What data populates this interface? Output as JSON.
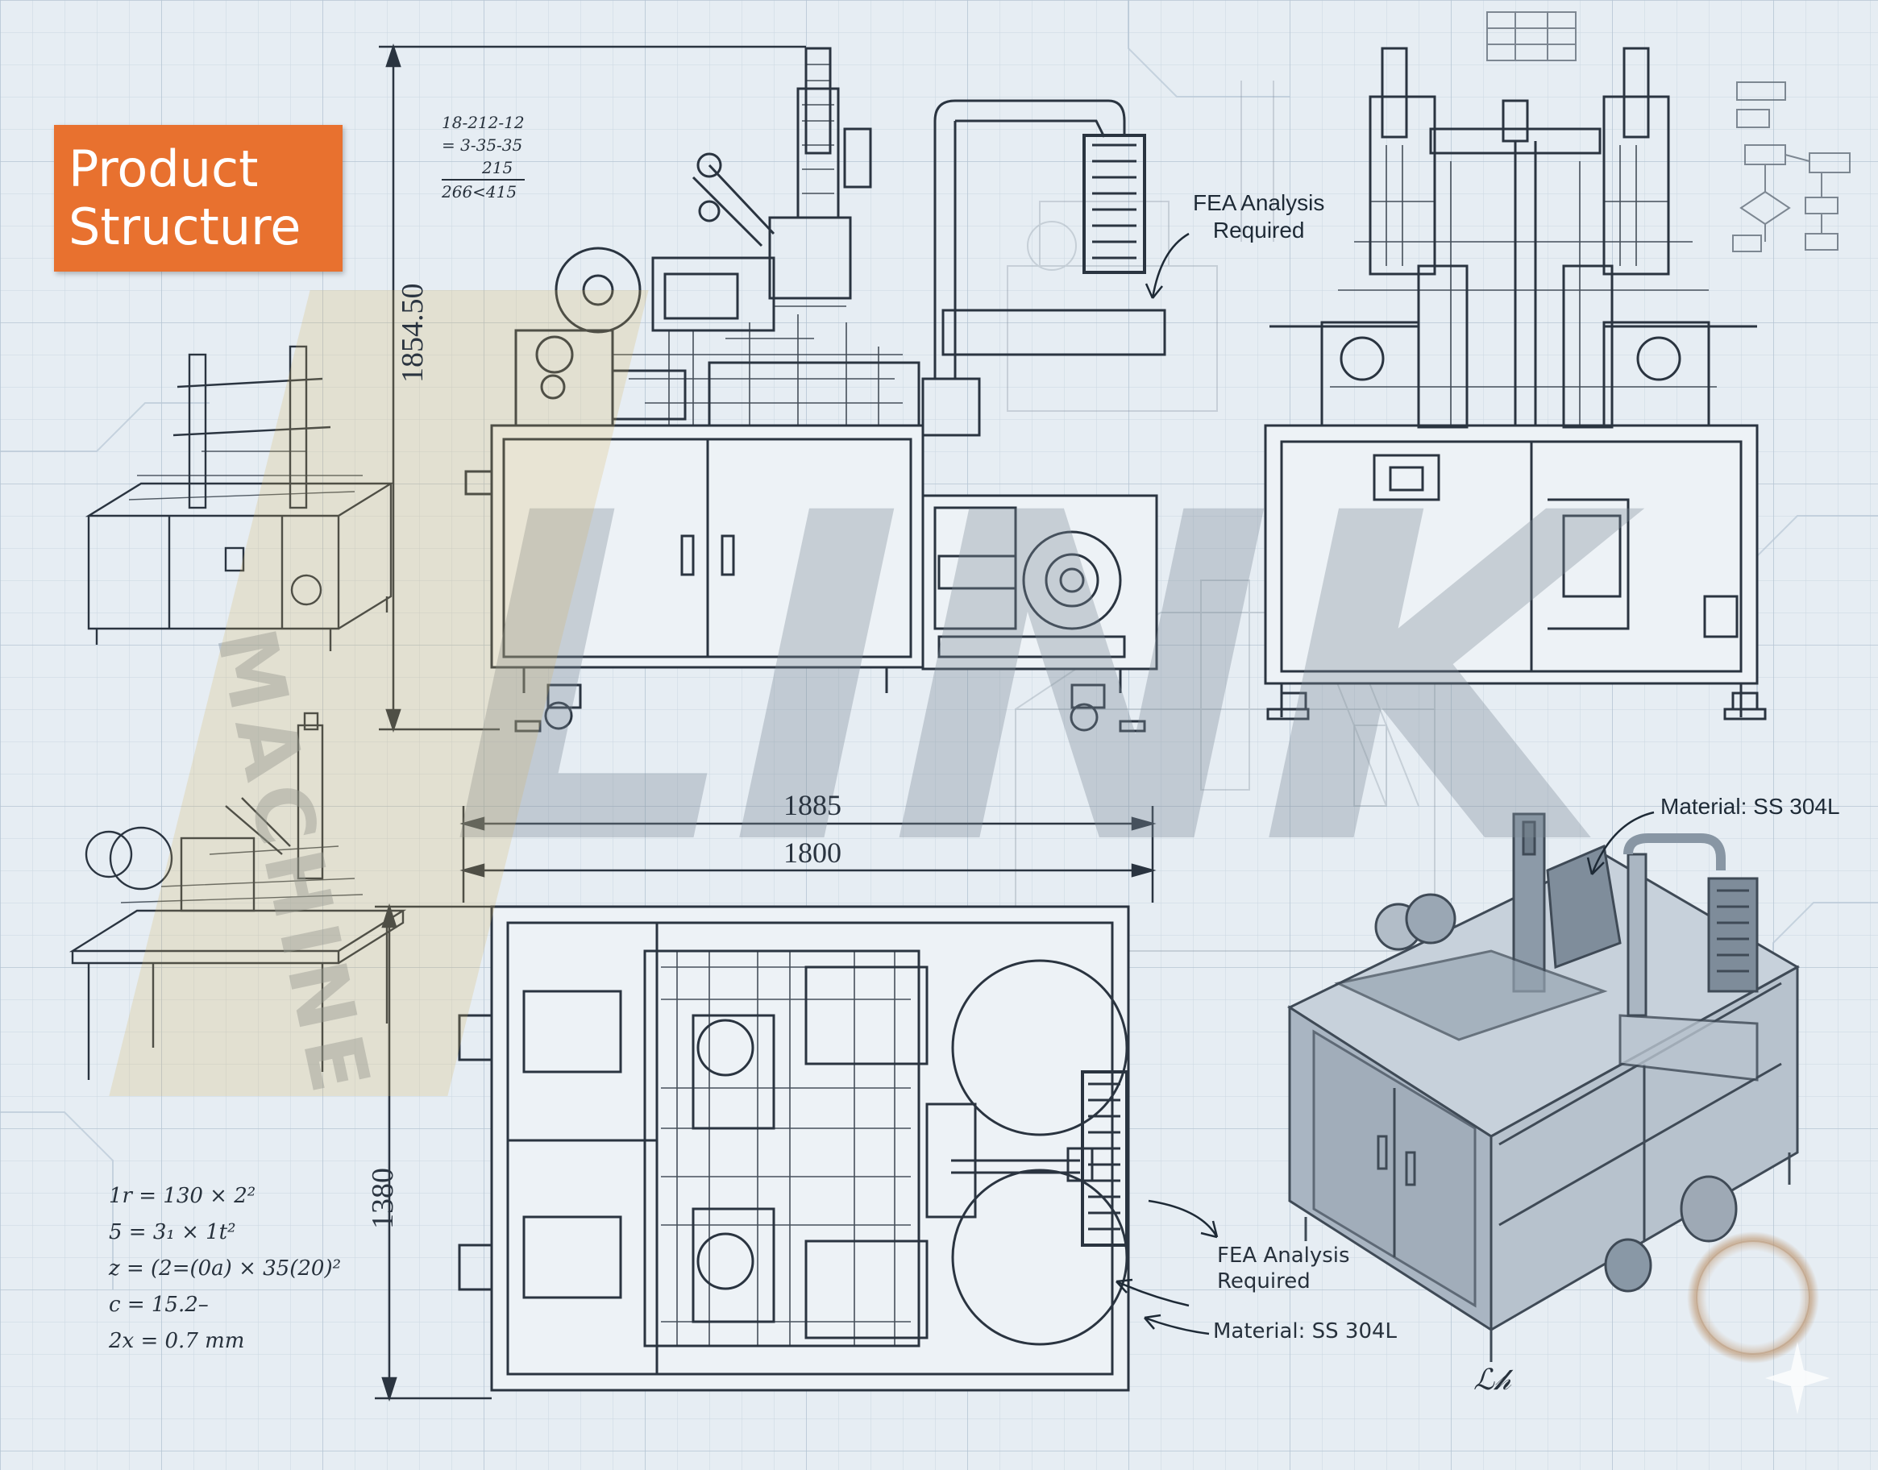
{
  "title": {
    "line1": "Product",
    "line2": "Structure"
  },
  "colors": {
    "title_bg": "#e8712f",
    "paper": "#e6edf3",
    "grid": "#c4d2de",
    "line": "#2a3440",
    "watermark_gray": "#7d8a96",
    "watermark_gold": "#d7b35a"
  },
  "dimensions": {
    "height_front": "1854.50",
    "width_overall": "1885",
    "width_inner": "1800",
    "depth_top": "1380"
  },
  "annotations": {
    "fea_top": "FEA Analysis\nRequired",
    "material_iso": "Material: SS 304L",
    "fea_bottom": "FEA Analysis\nRequired",
    "material_bottom": "Material: SS 304L"
  },
  "handwritten": {
    "calc_top": [
      "18-212-12",
      "= 3-35-35",
      "215",
      "266<415"
    ],
    "calc_left": [
      "1r = 130 × 2²",
      "5 = 3₁ × 1t²",
      "z = (2=(0a) × 35(20)²",
      "c = 15.2–",
      "2x = 0.7 mm"
    ],
    "signature": "ℒ𝒽"
  },
  "watermark": {
    "letters": "LINK",
    "sub": "MACHINE"
  },
  "icons": [
    "flowchart-sketch-icon",
    "coffee-stain-icon",
    "sparkle-icon"
  ]
}
